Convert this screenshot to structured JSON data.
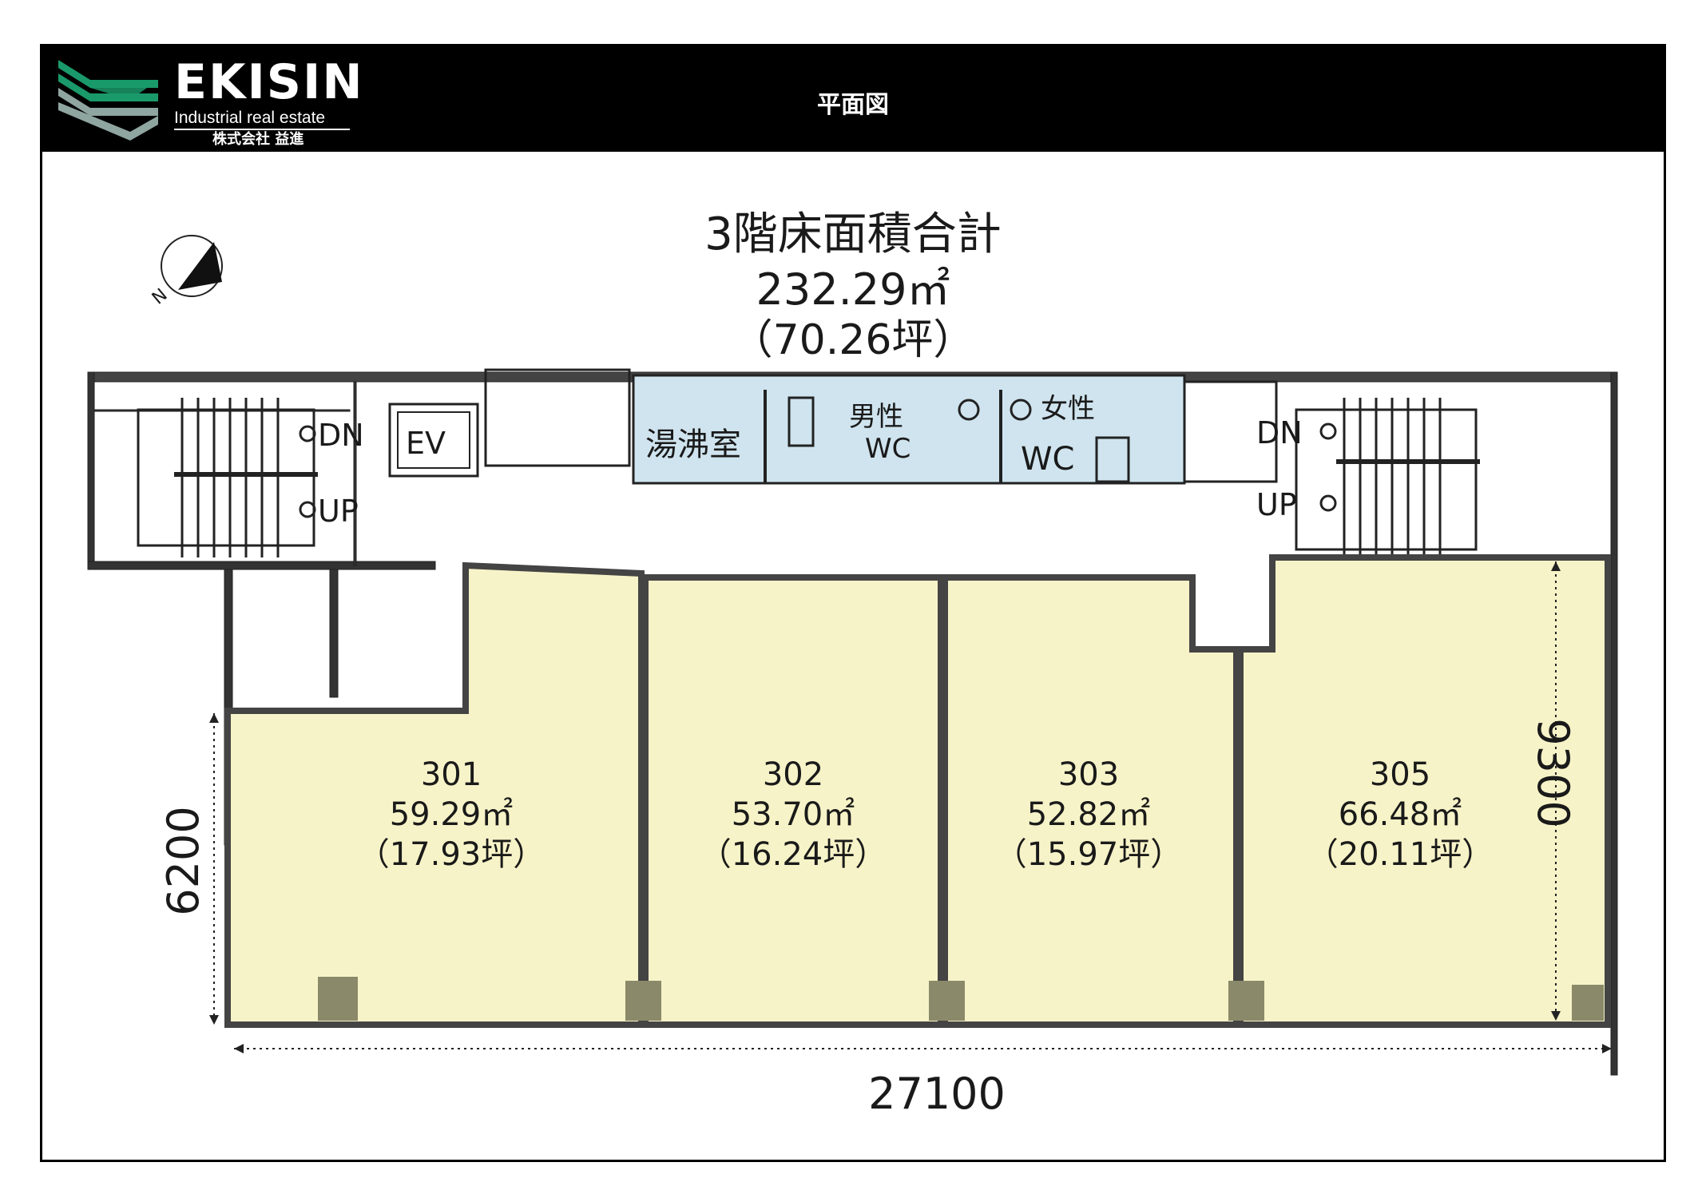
{
  "header": {
    "brand_name": "EKISIN",
    "brand_tagline": "Industrial real estate",
    "brand_company": "株式会社 益進",
    "page_title": "平面図"
  },
  "floor": {
    "total_label": "3階床面積合計",
    "total_area": "232.29㎡",
    "total_tsubo": "（70.26坪）"
  },
  "rooms": [
    {
      "number": "301",
      "area": "59.29㎡",
      "tsubo": "（17.93坪）"
    },
    {
      "number": "302",
      "area": "53.70㎡",
      "tsubo": "（16.24坪）"
    },
    {
      "number": "303",
      "area": "52.82㎡",
      "tsubo": "（15.97坪）"
    },
    {
      "number": "305",
      "area": "66.48㎡",
      "tsubo": "（20.11坪）"
    }
  ],
  "facilities": {
    "stairs_left_down": "DN",
    "stairs_left_up": "UP",
    "elevator": "EV",
    "kitchenette": "湯沸室",
    "mens_label": "男性",
    "mens_wc": "WC",
    "womens_label": "女性",
    "womens_wc": "WC",
    "stairs_right_down": "DN",
    "stairs_right_up": "UP"
  },
  "dimensions": {
    "width": "27100",
    "left_depth": "6200",
    "right_depth": "9300"
  },
  "compass": {
    "north_label": "N"
  },
  "colors": {
    "room_fill": "#f7f3c8",
    "service_fill": "#cfe4ee",
    "header_bg": "#000000",
    "logo_green": "#1a9a6a",
    "logo_gray": "#8fa5a0"
  }
}
